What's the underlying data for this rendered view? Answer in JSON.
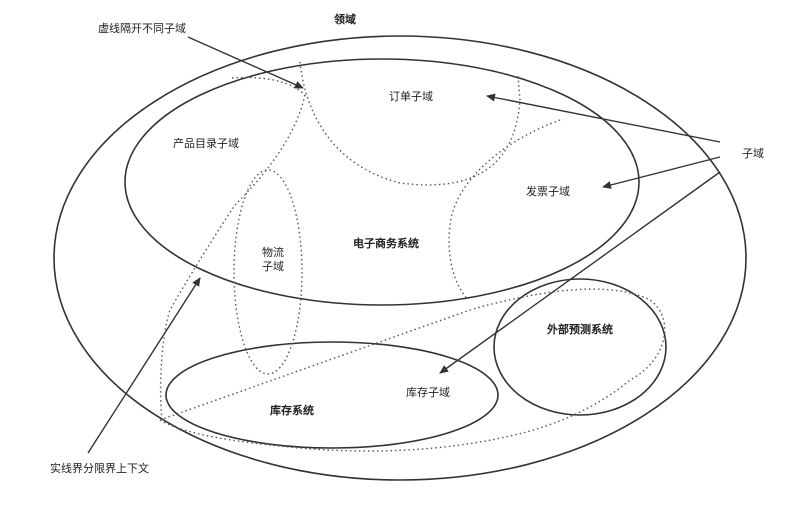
{
  "labels": {
    "domain": "领域",
    "dotted_note": "虚线隔开不同子域",
    "solid_note": "实线界分限界上下文",
    "subdomain_note": "子域",
    "order": "订单子域",
    "product_catalog": "产品目录子域",
    "invoice": "发票子域",
    "ecommerce": "电子商务系统",
    "logistics": "物流\n子域",
    "external_forecast": "外部预测系统",
    "inventory_system": "库存系统",
    "inventory_subdomain": "库存子域"
  },
  "colors": {
    "line": "#333333",
    "dotted": "#555555",
    "text": "#222222"
  }
}
